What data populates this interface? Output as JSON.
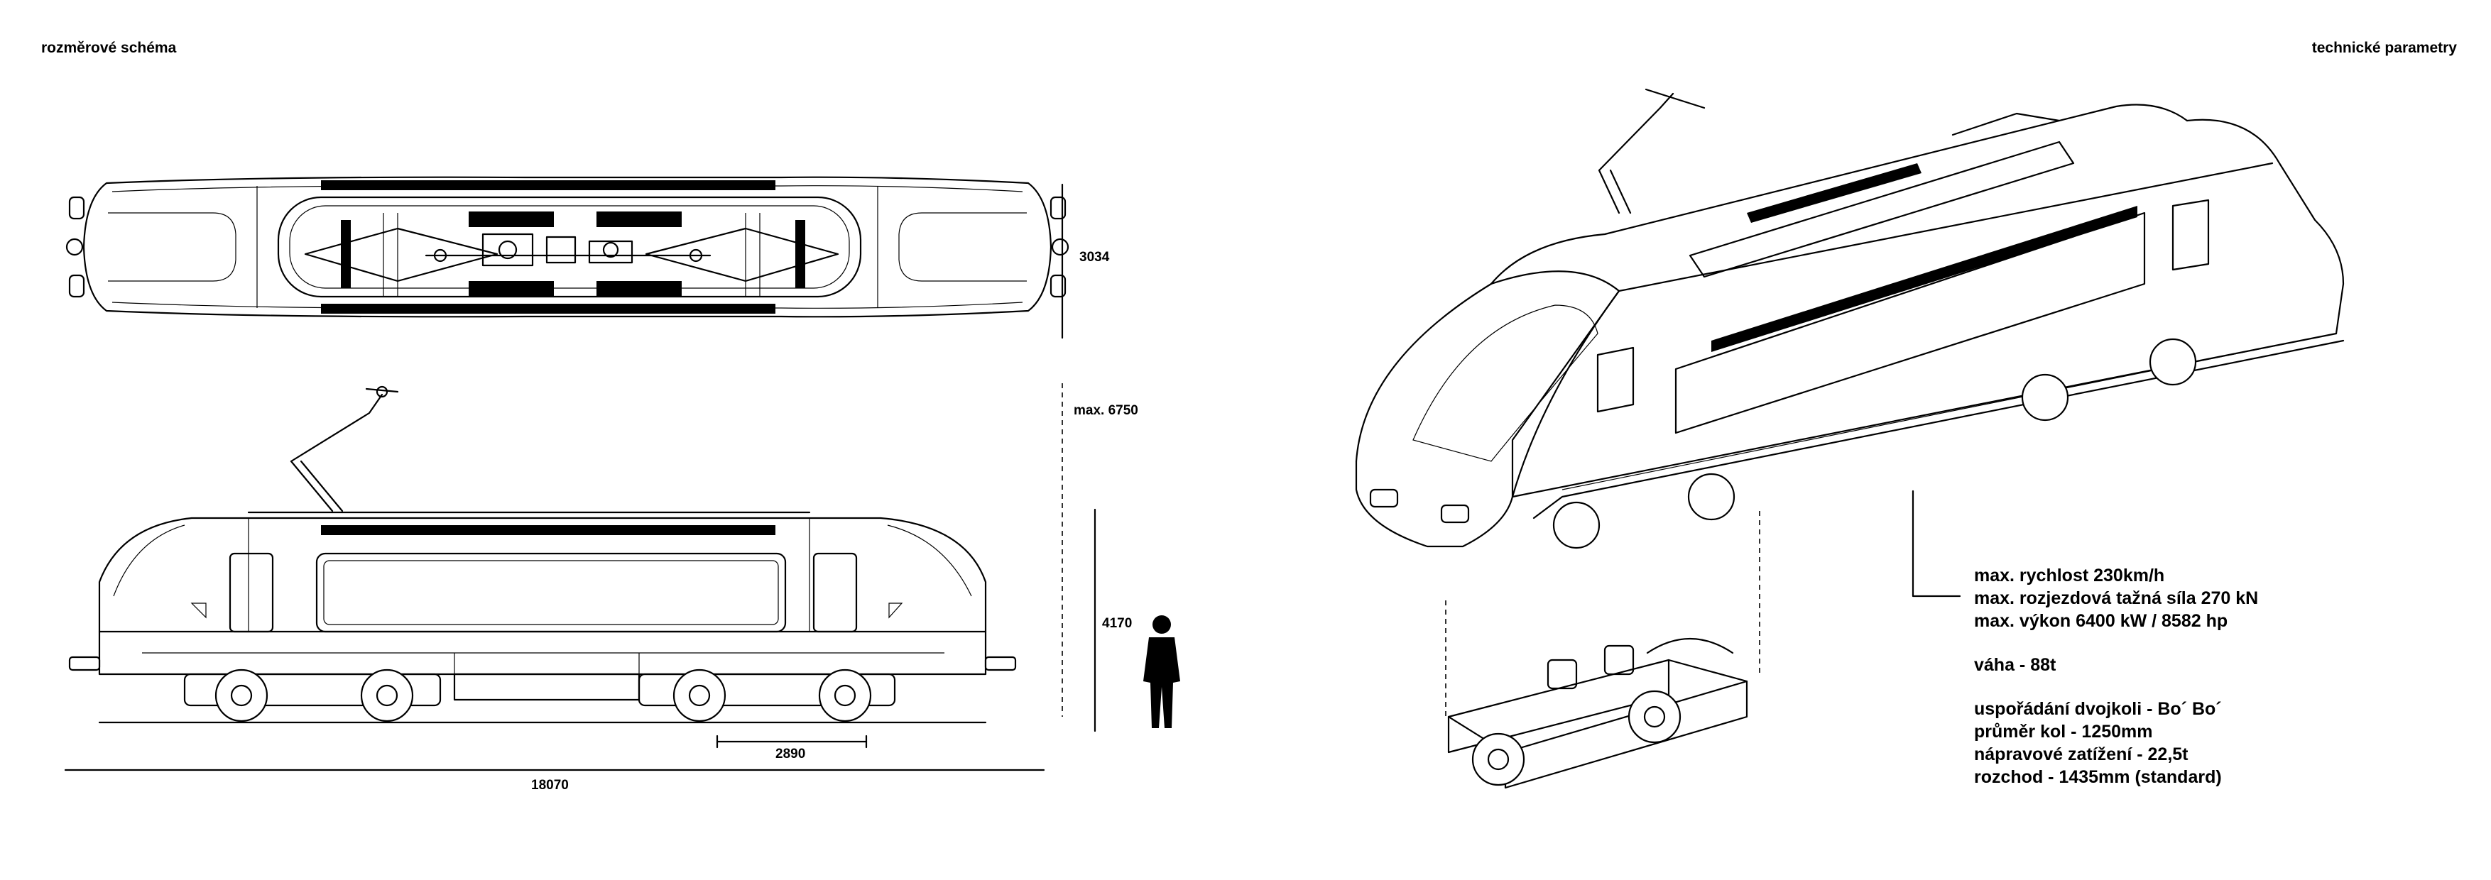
{
  "header": {
    "left_title": "rozměrové schéma",
    "right_title": "technické parametry"
  },
  "dimensions": {
    "width": "3034",
    "max_height": "max. 6750",
    "body_height": "4170",
    "bogie_distance": "2890",
    "length": "18070"
  },
  "parameters": {
    "max_speed": "max. rychlost 230km/h",
    "tractive_effort": "max. rozjezdová tažná síla 270 kN",
    "max_power": "max. výkon 6400 kW / 8582 hp",
    "weight": "váha - 88t",
    "axle_arrangement": "uspořádání dvojkoli - Bo´ Bo´",
    "wheel_diameter": "průměr kol - 1250mm",
    "axle_load": "nápravové zatížení - 22,5t",
    "gauge": "rozchod - 1435mm (standard)"
  }
}
